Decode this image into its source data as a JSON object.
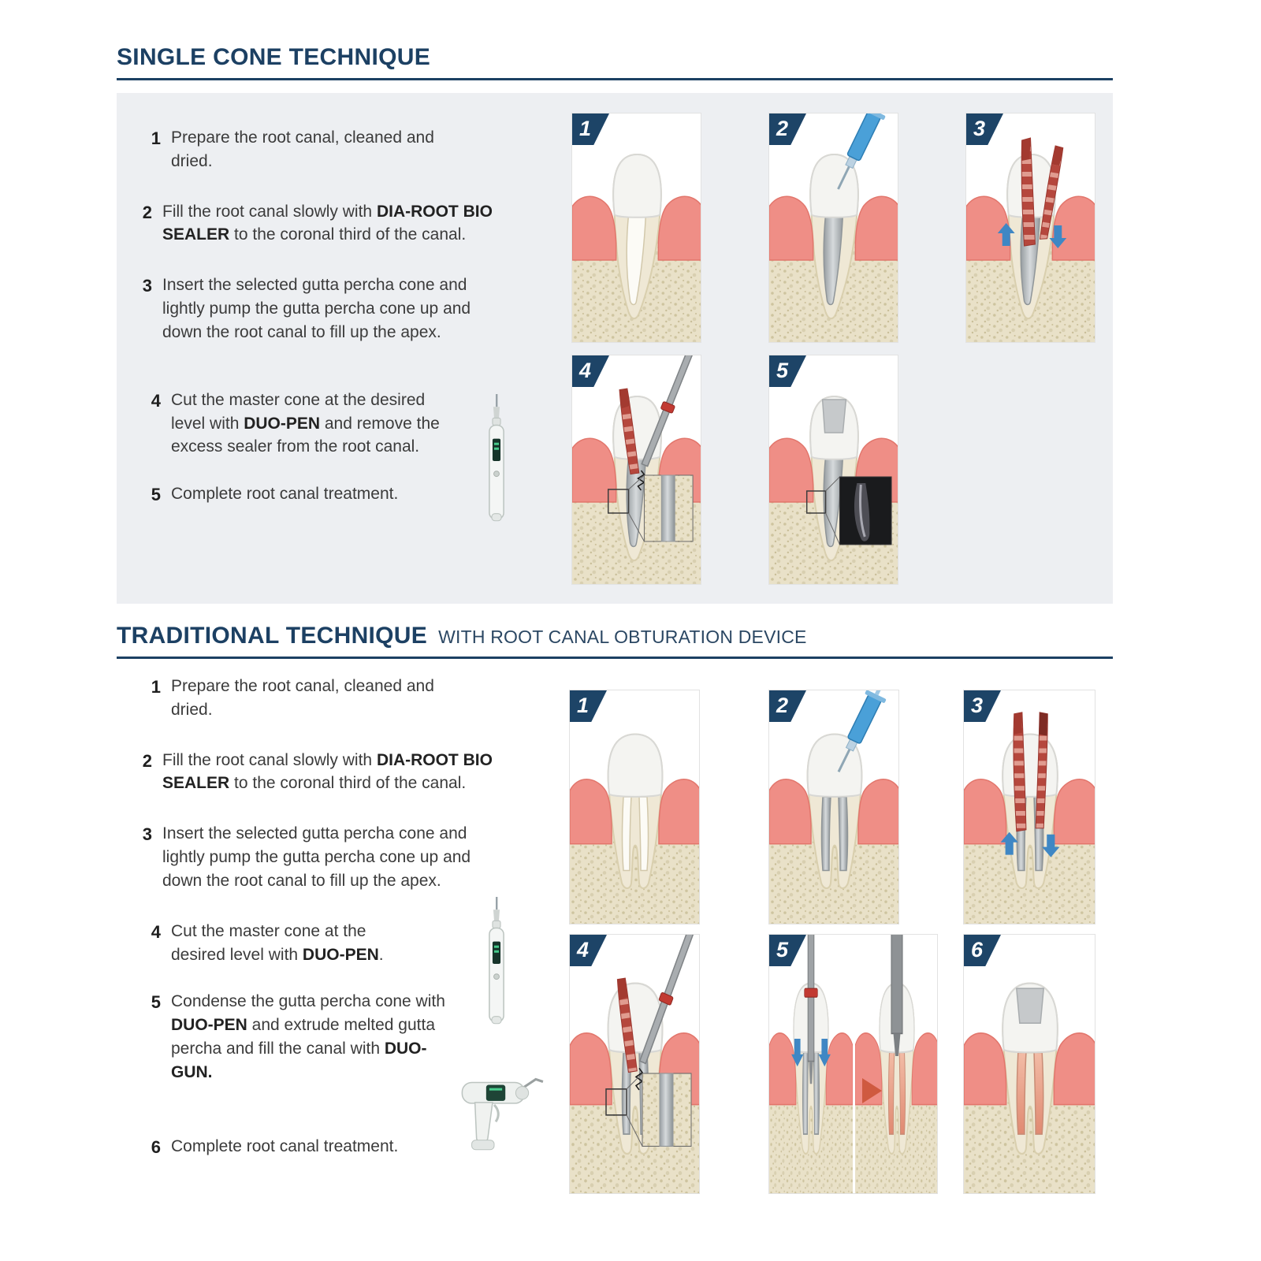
{
  "palette": {
    "heading_navy": "#1c4063",
    "panel_gray": "#edeff2",
    "badge_navy": "#1d4467",
    "gum_pink": "#ef8e86",
    "bone_cream": "#e9e1c8",
    "gutta_percha_red": "#b5473d",
    "syringe_blue": "#4aa0d8",
    "arrow_blue": "#3f87c4"
  },
  "sections": [
    {
      "title": "SINGLE CONE TECHNIQUE",
      "subtitle": "",
      "steps": [
        {
          "num": "1",
          "segments": [
            {
              "text": "Prepare the root canal, cleaned and dried.",
              "bold": false
            }
          ]
        },
        {
          "num": "2",
          "segments": [
            {
              "text": "Fill the root canal slowly with ",
              "bold": false
            },
            {
              "text": "DIA-ROOT BIO SEALER",
              "bold": true
            },
            {
              "text": " to the coronal third of the canal.",
              "bold": false
            }
          ]
        },
        {
          "num": "3",
          "segments": [
            {
              "text": "Insert the selected gutta percha cone and lightly pump the gutta percha cone up and down the root canal to fill up the apex.",
              "bold": false
            }
          ]
        },
        {
          "num": "4",
          "segments": [
            {
              "text": "Cut the master cone at the desired level with ",
              "bold": false
            },
            {
              "text": "DUO-PEN",
              "bold": true
            },
            {
              "text": " and remove the excess sealer from the root canal.",
              "bold": false
            }
          ]
        },
        {
          "num": "5",
          "segments": [
            {
              "text": "Complete root canal treatment.",
              "bold": false
            }
          ]
        }
      ],
      "panels": [
        {
          "label": "1",
          "depicts": "prepared"
        },
        {
          "label": "2",
          "depicts": "syringe"
        },
        {
          "label": "3",
          "depicts": "cones"
        },
        {
          "label": "4",
          "depicts": "cut"
        },
        {
          "label": "5",
          "depicts": "xray"
        }
      ]
    },
    {
      "title": "TRADITIONAL TECHNIQUE",
      "subtitle": "WITH ROOT CANAL OBTURATION DEVICE",
      "steps": [
        {
          "num": "1",
          "segments": [
            {
              "text": "Prepare the root canal, cleaned and dried.",
              "bold": false
            }
          ]
        },
        {
          "num": "2",
          "segments": [
            {
              "text": "Fill the root canal slowly with ",
              "bold": false
            },
            {
              "text": "DIA-ROOT BIO SEALER",
              "bold": true
            },
            {
              "text": " to the coronal third of the canal.",
              "bold": false
            }
          ]
        },
        {
          "num": "3",
          "segments": [
            {
              "text": "Insert the selected gutta percha cone and lightly pump the gutta percha cone up and down the root canal to fill up the apex.",
              "bold": false
            }
          ]
        },
        {
          "num": "4",
          "segments": [
            {
              "text": "Cut the master cone at the desired level with ",
              "bold": false
            },
            {
              "text": "DUO-PEN",
              "bold": true
            },
            {
              "text": ".",
              "bold": false
            }
          ]
        },
        {
          "num": "5",
          "segments": [
            {
              "text": "Condense the gutta percha cone with ",
              "bold": false
            },
            {
              "text": "DUO-PEN",
              "bold": true
            },
            {
              "text": " and extrude melted gutta percha and fill the canal with ",
              "bold": false
            },
            {
              "text": "DUO-GUN.",
              "bold": true
            }
          ]
        },
        {
          "num": "6",
          "segments": [
            {
              "text": "Complete root canal treatment.",
              "bold": false
            }
          ]
        }
      ],
      "panels": [
        {
          "label": "1",
          "depicts": "prepared"
        },
        {
          "label": "2",
          "depicts": "syringe"
        },
        {
          "label": "3",
          "depicts": "cones"
        },
        {
          "label": "4",
          "depicts": "cut"
        },
        {
          "label": "5",
          "depicts": "condense"
        },
        {
          "label": "6",
          "depicts": "done"
        }
      ]
    }
  ]
}
